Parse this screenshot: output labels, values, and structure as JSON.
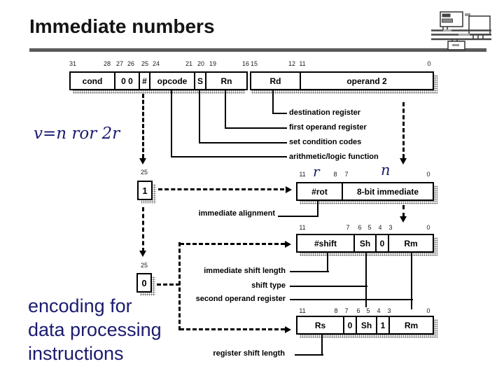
{
  "title": "Immediate numbers",
  "colors": {
    "navy": "#1b1b6f",
    "rule_gray": "#5a5a5a"
  },
  "iw": {
    "bits": [
      "31",
      "28",
      "27",
      "26",
      "25",
      "24",
      "21",
      "20",
      "19",
      "16",
      "15",
      "12",
      "11",
      "0"
    ],
    "fields": [
      "cond",
      "0 0",
      "#",
      "opcode",
      "S",
      "Rn",
      "Rd",
      "operand 2"
    ]
  },
  "iw_notes": [
    "destination register",
    "first operand register",
    "set condition codes",
    "arithmetic/logic function"
  ],
  "formula": "v=n ror 2r",
  "imm_row": {
    "sel_bit": "25",
    "sel_val": "1",
    "bits": [
      "11",
      "8",
      "7",
      "0"
    ],
    "r": "r",
    "n": "n",
    "fields": [
      "#rot",
      "8-bit immediate"
    ],
    "note": "immediate alignment"
  },
  "shift_imm_row": {
    "sel_bit": "25",
    "sel_val": "0",
    "bits": [
      "11",
      "7",
      "6",
      "5",
      "4",
      "3",
      "0"
    ],
    "fields": [
      "#shift",
      "Sh",
      "0",
      "Rm"
    ]
  },
  "shift_notes": [
    "immediate shift length",
    "shift type",
    "second operand register"
  ],
  "reg_row": {
    "bits": [
      "11",
      "8",
      "7",
      "6",
      "5",
      "4",
      "3",
      "0"
    ],
    "fields": [
      "Rs",
      "0",
      "Sh",
      "1",
      "Rm"
    ],
    "note": "register shift length"
  },
  "caption": [
    "encoding for",
    "data processing",
    "instructions"
  ]
}
